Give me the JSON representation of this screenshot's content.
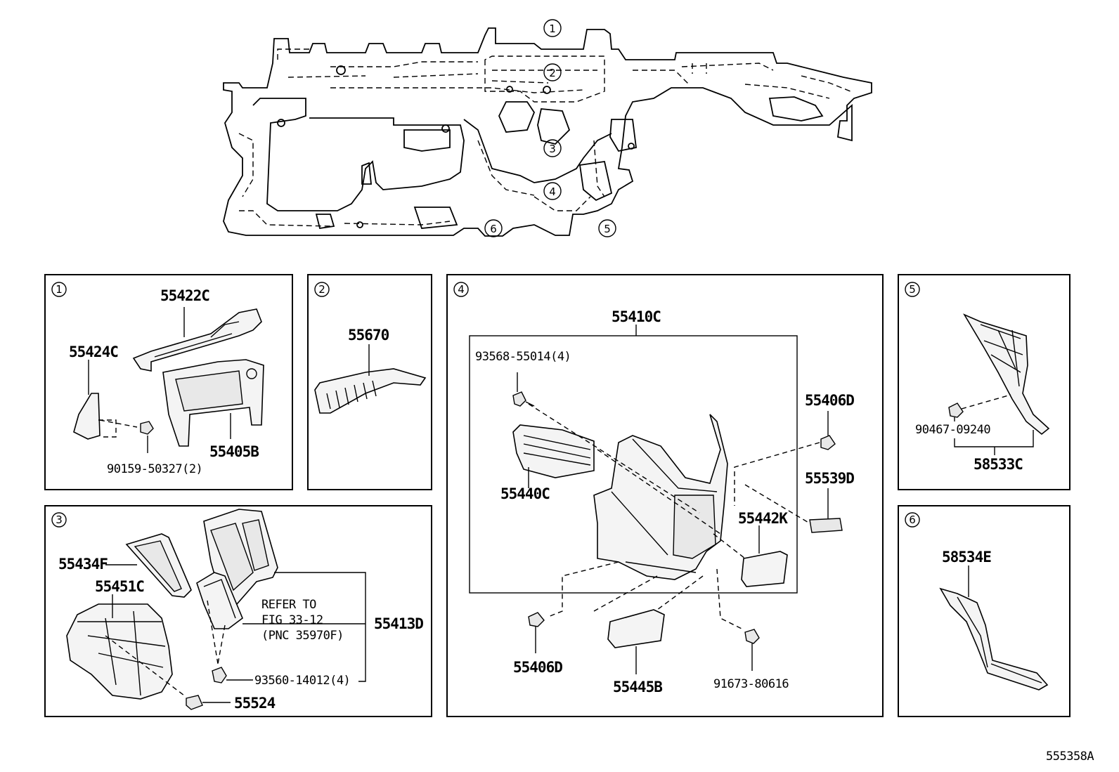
{
  "overview": {
    "markers": [
      "1",
      "2",
      "3",
      "4",
      "5",
      "6"
    ]
  },
  "panels": [
    {
      "id": "1",
      "labels": [
        "55422C",
        "55424C",
        "55405B",
        "90159-50327(2)"
      ]
    },
    {
      "id": "2",
      "labels": [
        "55670"
      ]
    },
    {
      "id": "3",
      "labels": [
        "55434F",
        "55451C",
        "REFER TO",
        "FIG 33-12",
        "(PNC 35970F)",
        "55413D",
        "93560-14012(4)",
        "55524"
      ]
    },
    {
      "id": "4",
      "labels": [
        "55410C",
        "93568-55014(4)",
        "55406D",
        "55440C",
        "55539D",
        "55442K",
        "55406D",
        "55445B",
        "91673-80616"
      ]
    },
    {
      "id": "5",
      "labels": [
        "90467-09240",
        "58533C"
      ]
    },
    {
      "id": "6",
      "labels": [
        "58534E"
      ]
    }
  ],
  "diagram_id": "555358A"
}
